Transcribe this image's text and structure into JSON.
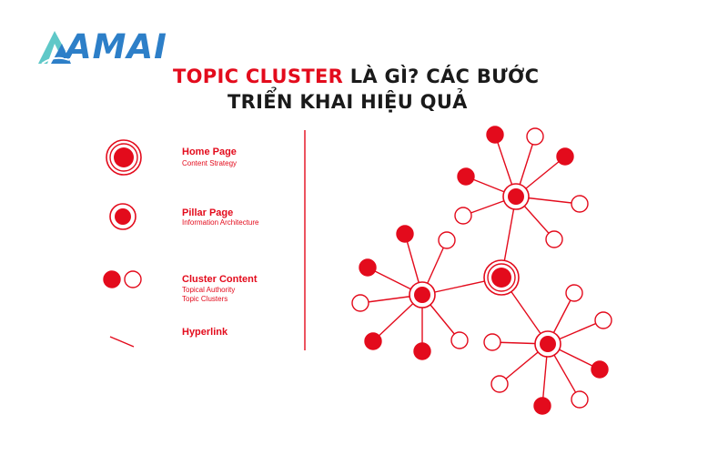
{
  "brand": {
    "name": "AMAI",
    "color": "#2d7fc8",
    "accent": "#5fc8c8"
  },
  "title": {
    "highlight": "TOPIC CLUSTER",
    "line1_rest": " LÀ GÌ? CÁC BƯỚC",
    "line2": "TRIỂN KHAI HIỆU QUẢ"
  },
  "colors": {
    "red": "#e30b1c",
    "text": "#1a1a1a"
  },
  "legend": {
    "home": {
      "label": "Home Page",
      "sub": "Content Strategy"
    },
    "pillar": {
      "label": "Pillar Page",
      "sub": "Information Architecture"
    },
    "cluster": {
      "label": "Cluster Content",
      "sub1": "Topical Authority",
      "sub2": "Topic Clusters"
    },
    "link": {
      "label": "Hyperlink"
    }
  }
}
